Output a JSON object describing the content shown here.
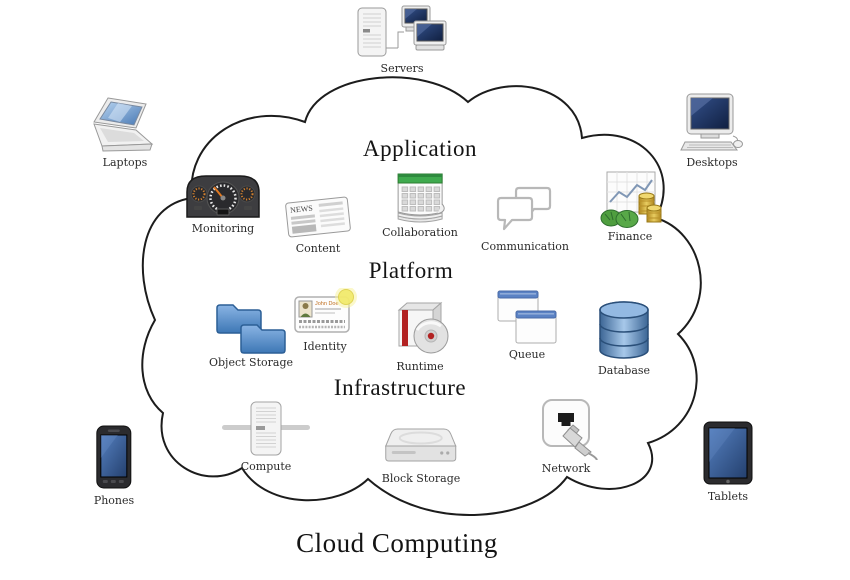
{
  "diagram": {
    "caption": "Cloud Computing",
    "layers": [
      {
        "name": "Application",
        "items": [
          {
            "label": "Monitoring"
          },
          {
            "label": "Content"
          },
          {
            "label": "Collaboration"
          },
          {
            "label": "Communication"
          },
          {
            "label": "Finance"
          }
        ]
      },
      {
        "name": "Platform",
        "items": [
          {
            "label": "Object Storage"
          },
          {
            "label": "Identity"
          },
          {
            "label": "Runtime"
          },
          {
            "label": "Queue"
          },
          {
            "label": "Database"
          }
        ]
      },
      {
        "name": "Infrastructure",
        "items": [
          {
            "label": "Compute"
          },
          {
            "label": "Block Storage"
          },
          {
            "label": "Network"
          }
        ]
      }
    ],
    "external_devices": [
      {
        "label": "Servers",
        "position": "top-center"
      },
      {
        "label": "Laptops",
        "position": "top-left"
      },
      {
        "label": "Desktops",
        "position": "top-right"
      },
      {
        "label": "Phones",
        "position": "bottom-left"
      },
      {
        "label": "Tablets",
        "position": "bottom-right"
      }
    ],
    "icon_text": {
      "content_masthead": "NEWS",
      "identity_name": "John Doe"
    },
    "colors": {
      "cloud_outline": "#1c1c1c",
      "background": "#ffffff",
      "screen_blue": "#2f5f9e",
      "folder_blue": "#4e86c6",
      "database_blue": "#5b8dc4",
      "calendar_green": "#3faa4e",
      "runtime_red": "#b22222",
      "finance_gold": "#d8b335",
      "finance_green": "#4f9e3f",
      "label_text": "#2b2b2b"
    }
  }
}
